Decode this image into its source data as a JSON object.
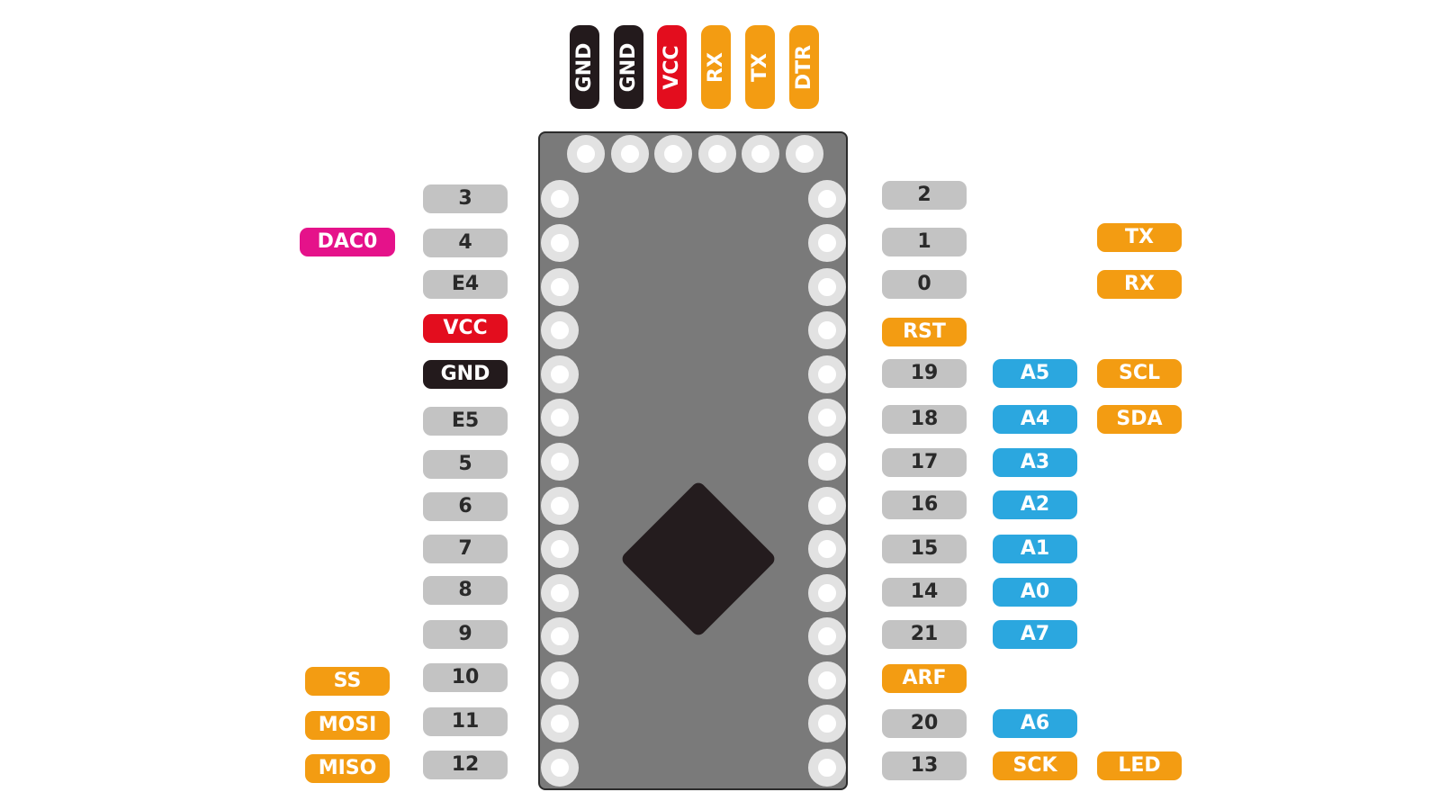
{
  "top_header": [
    {
      "label": "GND",
      "color": "black"
    },
    {
      "label": "GND",
      "color": "black"
    },
    {
      "label": "VCC",
      "color": "red"
    },
    {
      "label": "RX",
      "color": "orange"
    },
    {
      "label": "TX",
      "color": "orange"
    },
    {
      "label": "DTR",
      "color": "orange"
    }
  ],
  "left_pins": [
    {
      "pin": "3",
      "pin_color": "gray",
      "func": ""
    },
    {
      "pin": "4",
      "pin_color": "gray",
      "func": "DAC0"
    },
    {
      "pin": "E4",
      "pin_color": "gray",
      "func": ""
    },
    {
      "pin": "VCC",
      "pin_color": "red",
      "func": ""
    },
    {
      "pin": "GND",
      "pin_color": "black",
      "func": ""
    },
    {
      "pin": "E5",
      "pin_color": "gray",
      "func": ""
    },
    {
      "pin": "5",
      "pin_color": "gray",
      "func": ""
    },
    {
      "pin": "6",
      "pin_color": "gray",
      "func": ""
    },
    {
      "pin": "7",
      "pin_color": "gray",
      "func": ""
    },
    {
      "pin": "8",
      "pin_color": "gray",
      "func": ""
    },
    {
      "pin": "9",
      "pin_color": "gray",
      "func": ""
    },
    {
      "pin": "10",
      "pin_color": "gray",
      "func": "SS"
    },
    {
      "pin": "11",
      "pin_color": "gray",
      "func": "MOSI"
    },
    {
      "pin": "12",
      "pin_color": "gray",
      "func": "MISO"
    }
  ],
  "right_pins": [
    {
      "pin": "2",
      "pin_color": "gray",
      "analog": "",
      "func": ""
    },
    {
      "pin": "1",
      "pin_color": "gray",
      "analog": "",
      "func": "TX"
    },
    {
      "pin": "0",
      "pin_color": "gray",
      "analog": "",
      "func": "RX"
    },
    {
      "pin": "RST",
      "pin_color": "orange",
      "analog": "",
      "func": ""
    },
    {
      "pin": "19",
      "pin_color": "gray",
      "analog": "A5",
      "func": "SCL"
    },
    {
      "pin": "18",
      "pin_color": "gray",
      "analog": "A4",
      "func": "SDA"
    },
    {
      "pin": "17",
      "pin_color": "gray",
      "analog": "A3",
      "func": ""
    },
    {
      "pin": "16",
      "pin_color": "gray",
      "analog": "A2",
      "func": ""
    },
    {
      "pin": "15",
      "pin_color": "gray",
      "analog": "A1",
      "func": ""
    },
    {
      "pin": "14",
      "pin_color": "gray",
      "analog": "A0",
      "func": ""
    },
    {
      "pin": "21",
      "pin_color": "gray",
      "analog": "A7",
      "func": ""
    },
    {
      "pin": "ARF",
      "pin_color": "orange",
      "analog": "",
      "func": ""
    },
    {
      "pin": "20",
      "pin_color": "gray",
      "analog": "A6",
      "func": ""
    },
    {
      "pin": "13",
      "pin_color": "gray",
      "analog": "",
      "func": "SCK",
      "func2": "LED"
    }
  ],
  "colors": {
    "gray": "#c3c3c3",
    "black": "#231a1c",
    "red": "#e30d1e",
    "orange": "#f39c12",
    "blue": "#2ba7df",
    "magenta": "#e5128a",
    "board": "#7a7a7a",
    "chip": "#241c1e"
  }
}
